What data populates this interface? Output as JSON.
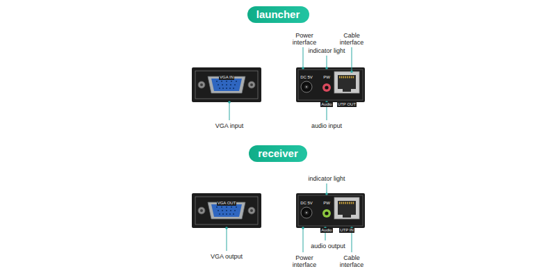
{
  "diagram": {
    "nodes": [
      {
        "text": [
          "launcher"
        ]
      },
      {
        "text": [
          "VGA IN"
        ]
      },
      {
        "text": [
          "DC 5V",
          "PW",
          "Audio",
          "UTP OUT"
        ]
      },
      {
        "text": [
          "receiver"
        ]
      },
      {
        "text": [
          "VGA OUT"
        ]
      },
      {
        "text": [
          "DC 5V",
          "PW",
          "Audio",
          "UTP IN"
        ]
      }
    ],
    "labels": [
      "Power interface",
      "Cable interface",
      "indicator light",
      "VGA input",
      "audio input",
      "indicator light",
      "audio output",
      "VGA output",
      "Power interface",
      "Cable interface"
    ]
  }
}
